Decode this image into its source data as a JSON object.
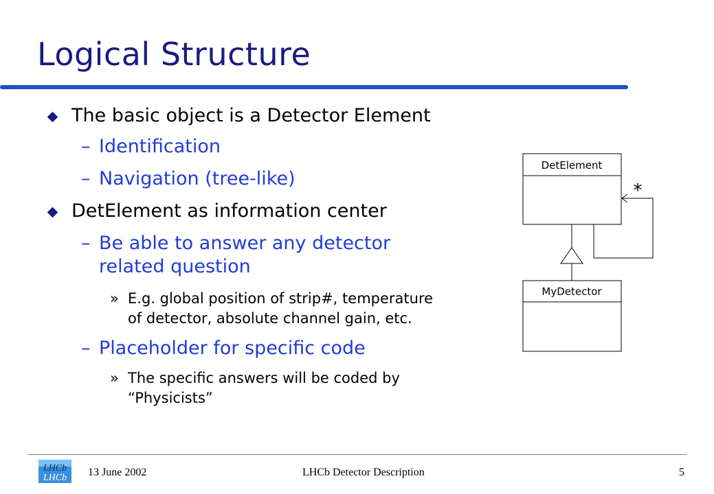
{
  "slide": {
    "title": "Logical Structure",
    "bullets": [
      {
        "text": "The basic object is a Detector Element",
        "subitems": [
          {
            "text": "Identification"
          },
          {
            "text": "Navigation (tree-like)"
          }
        ]
      },
      {
        "text": "DetElement as information center",
        "subitems": [
          {
            "text": [
              "Be able to answer any detector",
              "related question"
            ],
            "details": [
              [
                "E.g. global position of strip#, temperature",
                "of detector, absolute channel gain, etc."
              ]
            ]
          },
          {
            "text": [
              "Placeholder for specific code"
            ],
            "details": [
              [
                "The specific answers will be coded by",
                "“Physicists”"
              ]
            ]
          }
        ]
      }
    ]
  },
  "diagram": {
    "classes": [
      {
        "name": "DetElement"
      },
      {
        "name": "MyDetector"
      }
    ],
    "multiplicity": "*"
  },
  "footer": {
    "date": "13 June 2002",
    "center": "LHCb Detector Description",
    "page": "5",
    "logo_text": "LHCb"
  },
  "markers": {
    "dash": "–",
    "chevron": "»"
  },
  "colors": {
    "title": "#1a1a80",
    "title_rule": "#1a50c8",
    "sub_item": "#1f3cd6",
    "bullet": "#1a1a80"
  }
}
